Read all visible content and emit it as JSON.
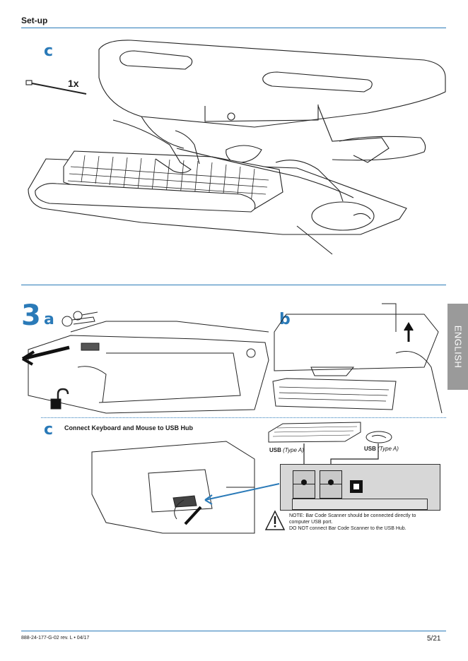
{
  "header": {
    "title": "Set-up"
  },
  "section_top": {
    "step_label": "c",
    "quantity_label": "1x"
  },
  "section_bottom": {
    "step_number": "3",
    "step_a": "a",
    "step_b": "b",
    "step_c": "c",
    "step_c_title": "Connect Keyboard and Mouse to USB Hub",
    "usb_left": {
      "label": "USB",
      "type": "(Type A)"
    },
    "usb_right": {
      "label": "USB",
      "type": "(Type A)"
    },
    "note_line1": "NOTE:  Bar Code Scanner should be connected directly to",
    "note_line2": "computer USB port.",
    "note_line3": "DO NOT connect Bar Code Scanner to the USB Hub."
  },
  "side_tab": {
    "language": "ENGLISH"
  },
  "footer": {
    "doc_code": "888-24-177-G-02 rev. L • 04/17",
    "page": "5/21"
  },
  "colors": {
    "accent": "#2a7ab8",
    "tab": "#9a9a9a",
    "hub": "#d7d7d7"
  }
}
